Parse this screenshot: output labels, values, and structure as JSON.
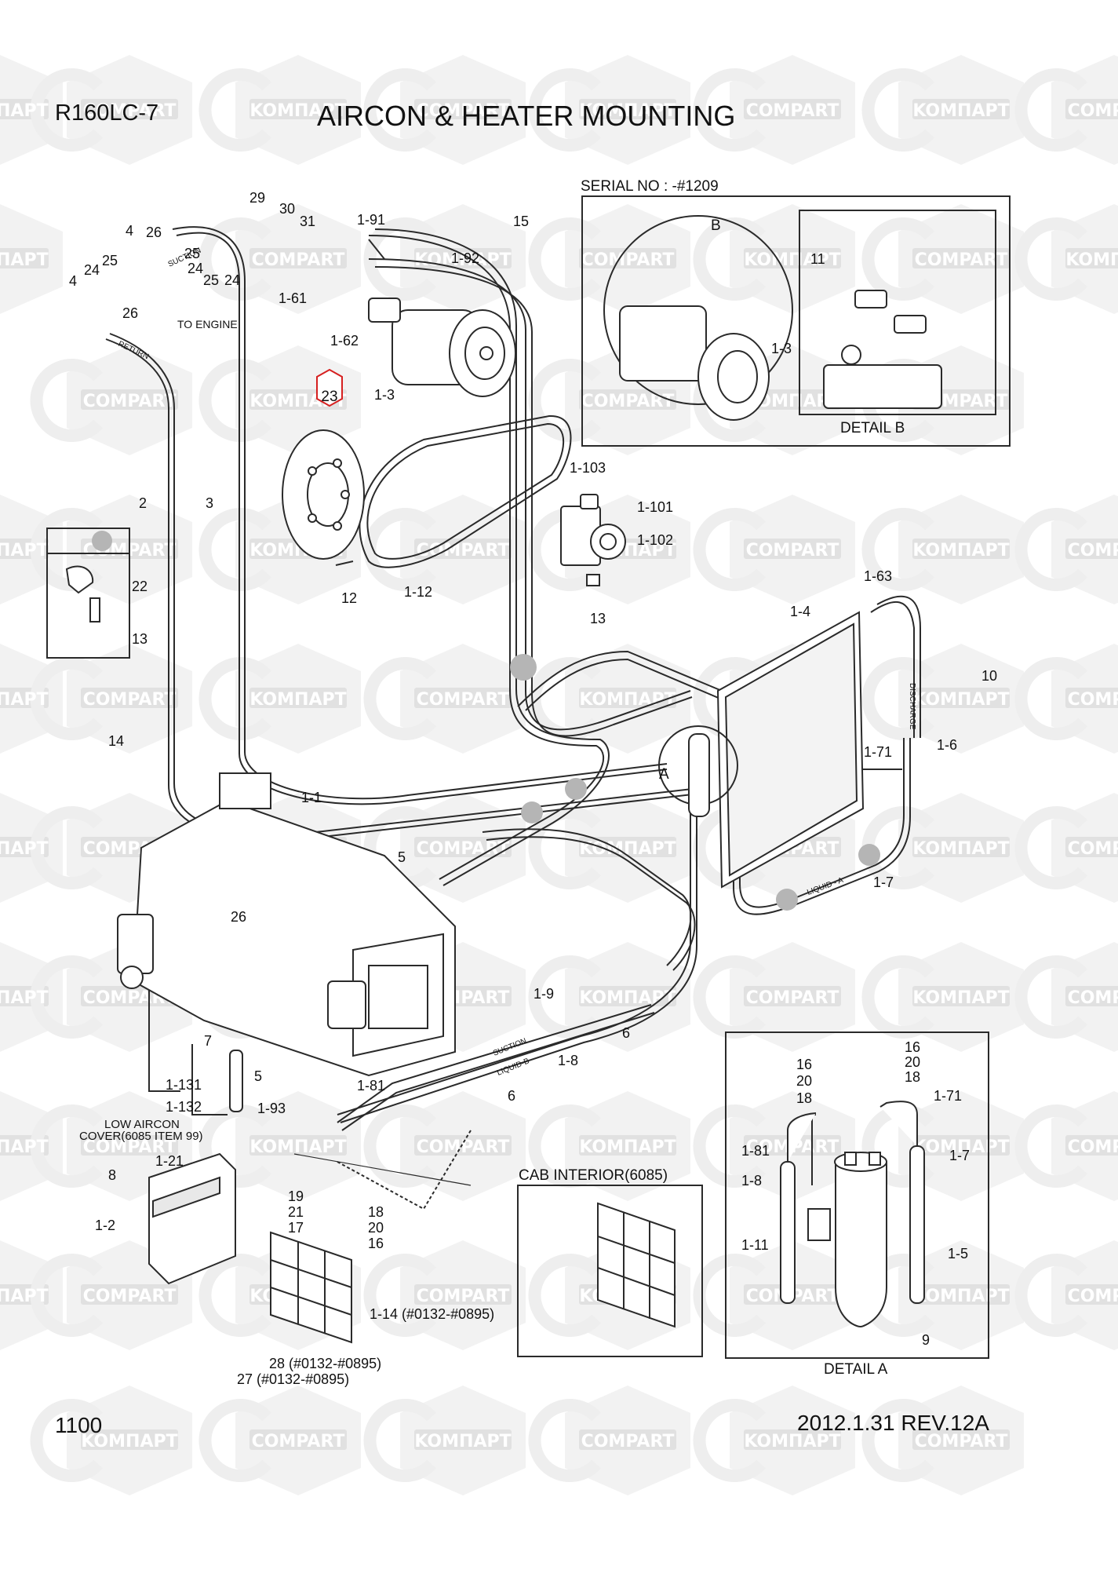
{
  "header": {
    "model": "R160LC-7",
    "title": "AIRCON & HEATER MOUNTING"
  },
  "footer": {
    "page": "1100",
    "revision": "2012.1.31  REV.12A"
  },
  "watermark": {
    "texts": [
      "KOMПAPT",
      "COMPART"
    ],
    "color": "#e0e0e0"
  },
  "colors": {
    "highlight": "#d62020",
    "connection_dot": "#b5b5b5",
    "line": "#2a2a2a"
  },
  "boxes": {
    "serial": "SERIAL NO : -#1209",
    "detail_b": "DETAIL B",
    "cab_interior": "CAB INTERIOR(6085)",
    "detail_a": "DETAIL A"
  },
  "notes": {
    "to_engine": "TO ENGINE",
    "low_aircon_1": "LOW AIRCON",
    "low_aircon_2": "COVER(6085 ITEM 99)",
    "marker_a": "A",
    "marker_b": "B"
  },
  "hose_labels": [
    "SUCTION",
    "RETURN",
    "DISCHARGE",
    "LIQUID - A",
    "SUCTION",
    "LIQUID-B"
  ],
  "highlighted_part": "23",
  "callouts": [
    "29",
    "30",
    "31",
    "1-91",
    "15",
    "4",
    "26",
    "25",
    "24",
    "4",
    "24",
    "25",
    "24",
    "25",
    "26",
    "1-92",
    "1-61",
    "1-62",
    "1-3",
    "2",
    "3",
    "22",
    "13",
    "12",
    "1-12",
    "1-103",
    "1-101",
    "1-102",
    "13",
    "1-63",
    "1-4",
    "10",
    "1-71",
    "1-6",
    "A",
    "1-7",
    "14",
    "1-1",
    "5",
    "26",
    "1-9",
    "6",
    "1-8",
    "6",
    "7",
    "5",
    "1-131",
    "1-132",
    "1-81",
    "1-93",
    "8",
    "1-21",
    "1-2",
    "19",
    "18",
    "21",
    "17",
    "20",
    "16",
    "1-14 (#0132-#0895)",
    "28 (#0132-#0895)",
    "27 (#0132-#0895)",
    "11",
    "1-3",
    "16",
    "16",
    "20",
    "20",
    "18",
    "18",
    "1-71",
    "1-81",
    "1-7",
    "1-8",
    "1-11",
    "1-5",
    "9"
  ]
}
